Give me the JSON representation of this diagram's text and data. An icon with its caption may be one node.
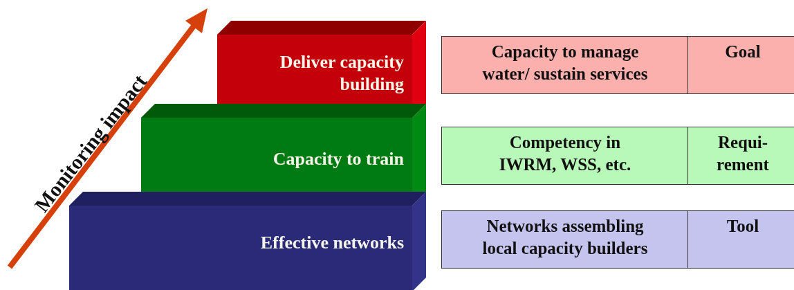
{
  "diagram": {
    "nodes": [
      {
        "text": [
          "Deliver capacity building"
        ]
      },
      {
        "text": [
          "Capacity to train"
        ]
      },
      {
        "text": [
          "Effective networks"
        ]
      },
      {
        "text": [
          "Capacity to manage water/ sustain services"
        ]
      },
      {
        "text": [
          "Goal"
        ]
      },
      {
        "text": [
          "Competency in IWRM, WSS, etc."
        ]
      },
      {
        "text": [
          "Requi- rement"
        ]
      },
      {
        "text": [
          "Networks assembling local capacity builders"
        ]
      },
      {
        "text": [
          "Tool"
        ]
      }
    ],
    "labels": [
      "Monitoring impact"
    ]
  }
}
